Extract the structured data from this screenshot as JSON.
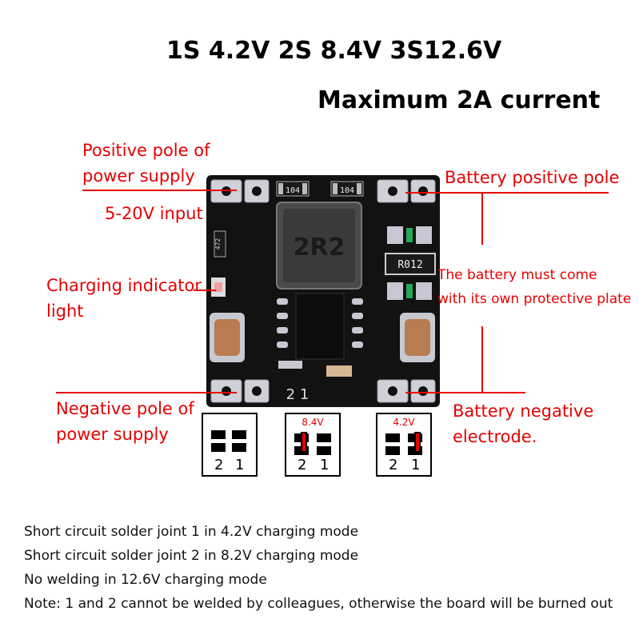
{
  "header": {
    "voltages": "1S 4.2V 2S 8.4V 3S12.6V",
    "current": "Maximum 2A current"
  },
  "labels": {
    "pos_power_line1": "Positive pole of",
    "pos_power_line2": "power supply",
    "input_range": "5-20V input",
    "indicator_line1": "Charging indicator",
    "indicator_line2": "light",
    "neg_power_line1": "Negative pole of",
    "neg_power_line2": "power supply",
    "bat_pos": "Battery positive pole",
    "protect_line1": "The battery must come",
    "protect_line2": "with its own protective plate",
    "bat_neg_line1": "Battery negative",
    "bat_neg_line2": "electrode."
  },
  "board": {
    "inductor_marking": "2R2",
    "resistor_top_left": "104",
    "resistor_top_right": "104",
    "resistor_left": "472",
    "resistor_right": "R012",
    "pad_numbers": "2 1"
  },
  "jumpers": [
    {
      "tag": "",
      "num2": "2",
      "num1": "1"
    },
    {
      "tag": "8.4V",
      "num2": "2",
      "num1": "1"
    },
    {
      "tag": "4.2V",
      "num2": "2",
      "num1": "1"
    }
  ],
  "notes": [
    "Short circuit solder joint 1 in 4.2V charging mode",
    "Short circuit solder joint 2 in 8.2V charging mode",
    "No welding in 12.6V charging mode",
    "Note: 1 and 2 cannot be welded by colleagues, otherwise the board will be burned out"
  ],
  "colors": {
    "accent": "#e60000",
    "board": "#111111"
  }
}
